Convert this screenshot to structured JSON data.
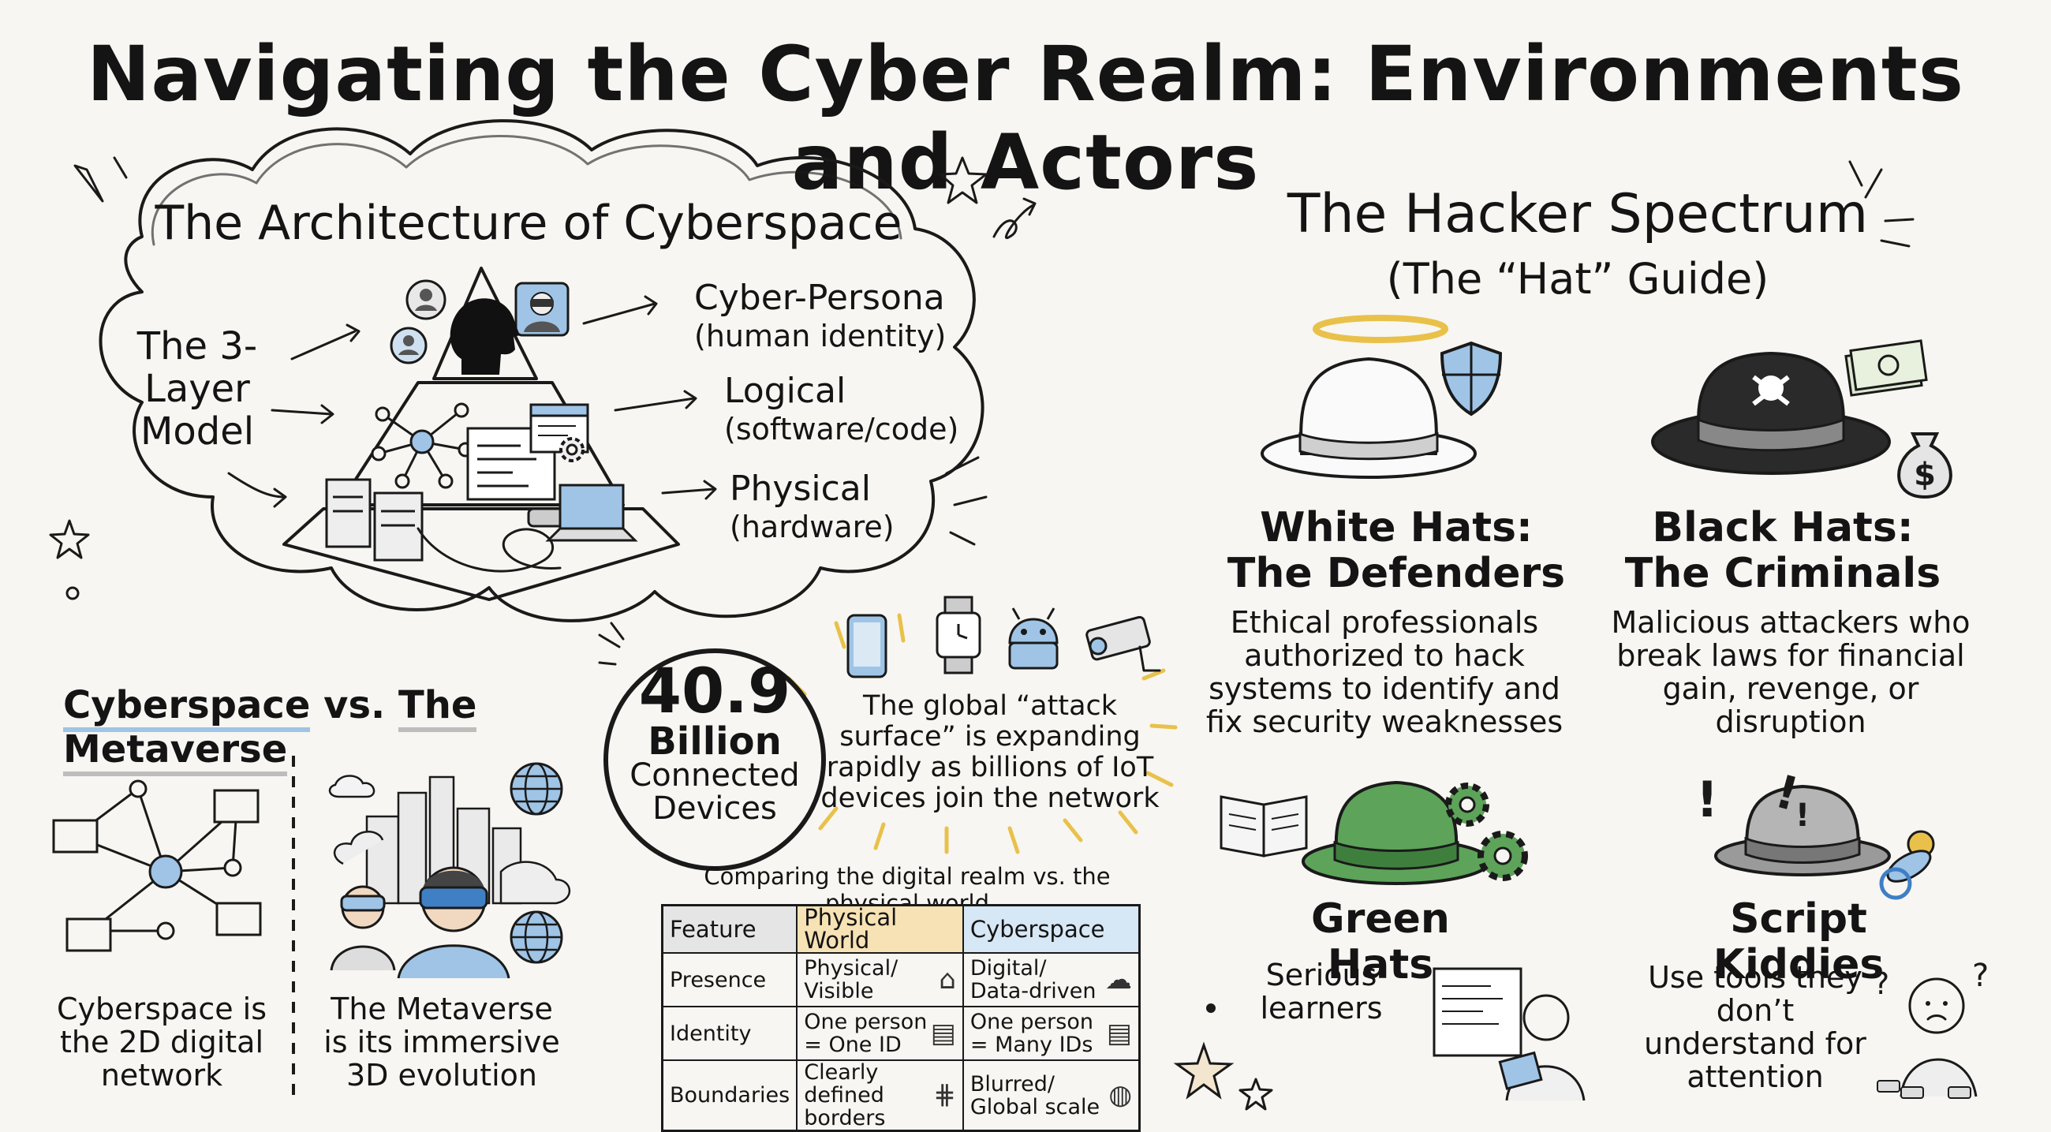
{
  "title": "Navigating the Cyber Realm: Environments and Actors",
  "architecture": {
    "heading": "The Architecture of Cyberspace",
    "model_label": "The 3-Layer Model",
    "layers": [
      {
        "name": "Cyber-Persona",
        "detail": "(human identity)"
      },
      {
        "name": "Logical",
        "detail": "(software/code)"
      },
      {
        "name": "Physical",
        "detail": "(hardware)"
      }
    ]
  },
  "cyberspace_vs_metaverse": {
    "heading_left": "Cyberspace",
    "heading_mid": "vs.",
    "heading_right": "The Metaverse",
    "cyberspace_caption": "Cyberspace is the 2D digital network",
    "metaverse_caption": "The Metaverse is its immersive 3D evolution"
  },
  "stat": {
    "number": "40.9",
    "unit": "Billion",
    "label": "Connected Devices",
    "description": "The global “attack surface” is expanding rapidly as billions of IoT devices join the network"
  },
  "comparison": {
    "caption": "Comparing the digital realm vs. the physical world",
    "headers": [
      "Feature",
      "Physical World",
      "Cyberspace"
    ],
    "rows": [
      {
        "feature": "Presence",
        "physical": "Physical/ Visible",
        "cyber": "Digital/ Data-driven"
      },
      {
        "feature": "Identity",
        "physical": "One person = One ID",
        "cyber": "One person = Many IDs"
      },
      {
        "feature": "Boundaries",
        "physical": "Clearly defined borders",
        "cyber": "Blurred/ Global scale"
      }
    ]
  },
  "hackers": {
    "heading": "The Hacker Spectrum",
    "subheading": "(The “Hat” Guide)",
    "types": [
      {
        "name": "White Hats: The Defenders",
        "description": "Ethical professionals authorized to hack systems to identify and fix security weaknesses"
      },
      {
        "name": "Black Hats: The Criminals",
        "description": "Malicious attackers who break laws for financial gain, revenge, or disruption"
      },
      {
        "name": "Green Hats",
        "description": "Serious learners"
      },
      {
        "name": "Script Kiddies",
        "description": "Use tools they don’t understand for attention"
      }
    ]
  },
  "colors": {
    "accent_blue": "#9fc4e6",
    "green_hat": "#5da35a",
    "black_hat": "#2a2a2a",
    "white_hat": "#fafafa",
    "grey_hat": "#9a9a9a",
    "gold": "#e9c14a"
  },
  "icons": [
    "person-icon",
    "vr-user-icon",
    "network-icon",
    "code-window-icon",
    "gear-icon",
    "server-icon",
    "laptop-icon",
    "cable-icon",
    "smartphone-icon",
    "smartwatch-icon",
    "robot-icon",
    "camera-icon",
    "globe-icon",
    "city-icon",
    "house-icon",
    "cloud-icon",
    "id-card-icon",
    "book-icon",
    "shield-icon",
    "money-icon",
    "pacifier-icon",
    "star-icon"
  ]
}
